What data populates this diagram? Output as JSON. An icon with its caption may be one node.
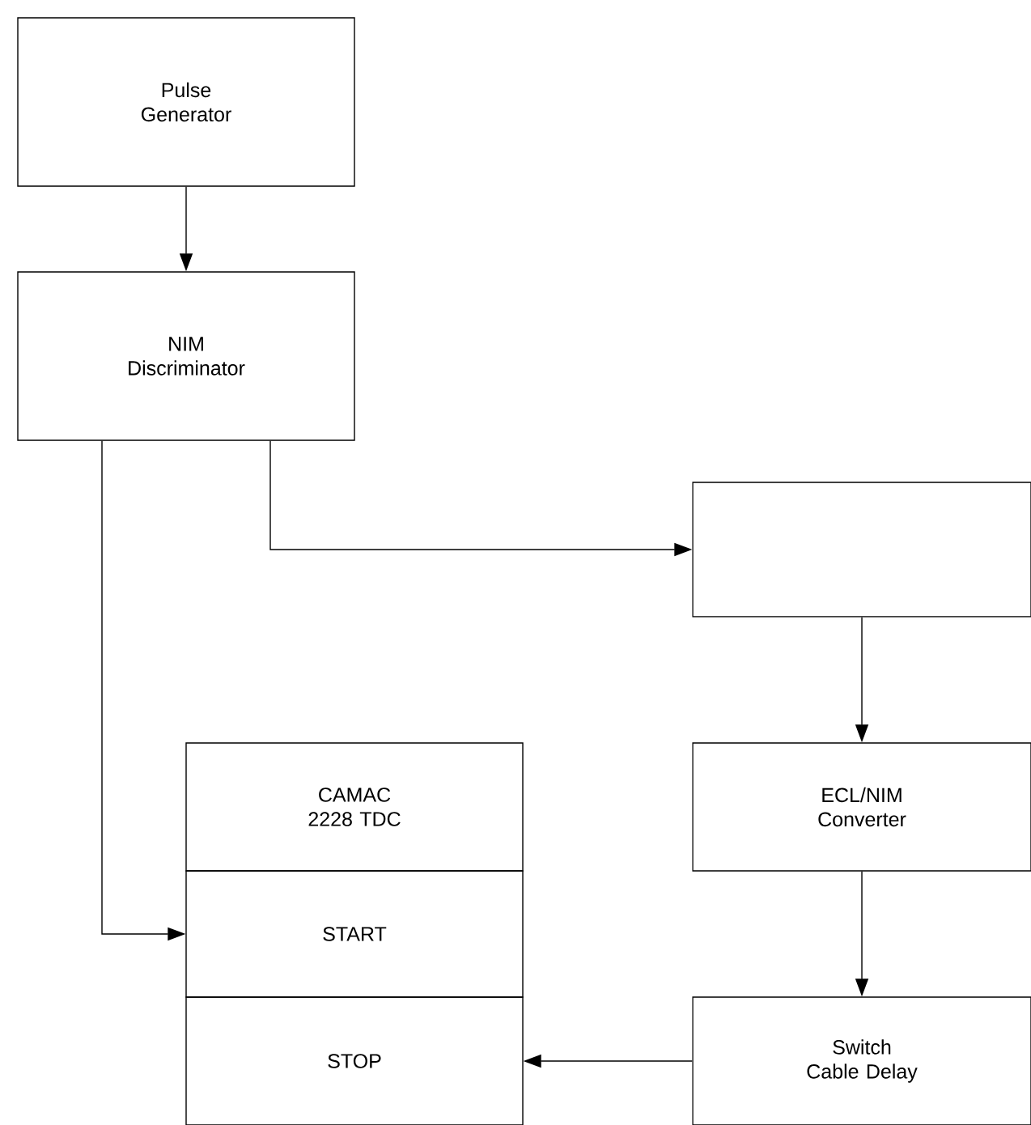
{
  "diagram": {
    "nodes": [
      {
        "text": [
          "Pulse Generator"
        ]
      },
      {
        "text": [
          "NIM Discriminator"
        ]
      },
      {
        "text": [],
        "shape": "box"
      },
      {
        "text": [
          "ECL/NIM Converter"
        ]
      },
      {
        "text": [
          "CAMAC 2228 TDC"
        ]
      },
      {
        "text": [
          "START"
        ]
      },
      {
        "text": [
          "STOP"
        ]
      },
      {
        "text": [
          "Switch Cable Delay"
        ]
      }
    ],
    "edges": [
      {
        "from": 0,
        "to": 1,
        "arrow": "to"
      },
      {
        "from": 1,
        "to": 2,
        "arrow": "to"
      },
      {
        "from": 1,
        "to": 5,
        "arrow": "to"
      },
      {
        "from": 2,
        "to": 3,
        "arrow": "to"
      },
      {
        "from": 3,
        "to": 7,
        "arrow": "to"
      },
      {
        "from": 7,
        "to": 6,
        "arrow": "to"
      }
    ]
  }
}
